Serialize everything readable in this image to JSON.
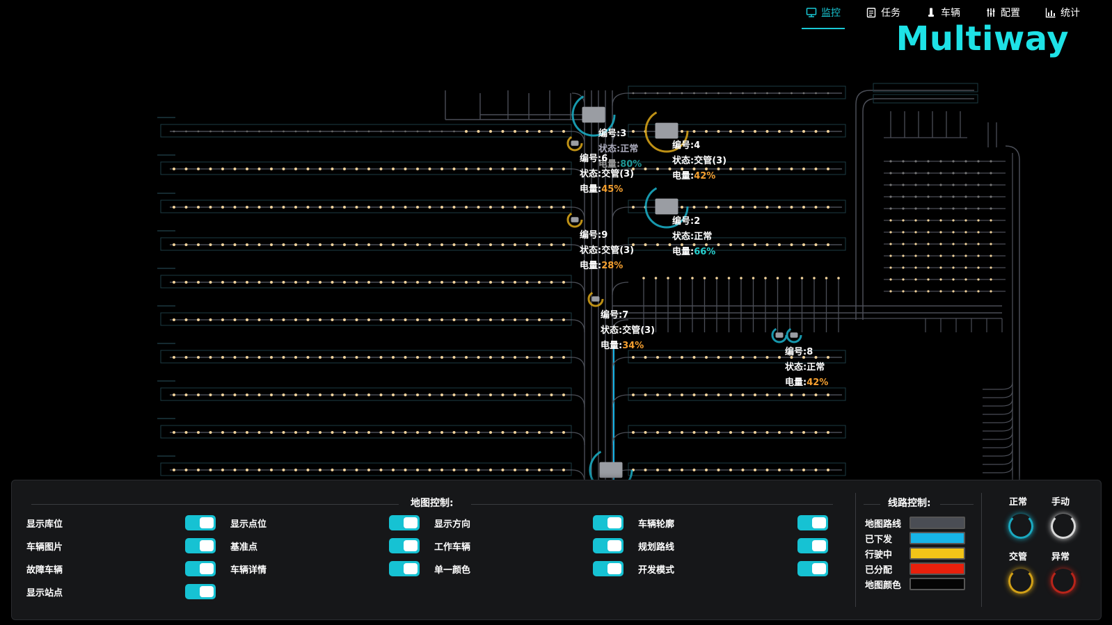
{
  "nav": {
    "items": [
      {
        "label": "监控",
        "icon": "monitor-icon",
        "active": true
      },
      {
        "label": "任务",
        "icon": "clipboard-icon",
        "active": false
      },
      {
        "label": "车辆",
        "icon": "vehicle-icon",
        "active": false
      },
      {
        "label": "配置",
        "icon": "sliders-icon",
        "active": false
      },
      {
        "label": "统计",
        "icon": "chart-icon",
        "active": false
      }
    ]
  },
  "brand": {
    "logo": "Multiway",
    "color": "#1ee2e6"
  },
  "vehicles": [
    {
      "id_text": "编号:3",
      "status_text": "状态:正常",
      "battery_label": "电量:",
      "battery": "80%"
    },
    {
      "id_text": "编号:6",
      "status_text": "状态:交管(3)",
      "battery_label": "电量:",
      "battery": "45%"
    },
    {
      "id_text": "编号:4",
      "status_text": "状态:交管(3)",
      "battery_label": "电量:",
      "battery": "42%"
    },
    {
      "id_text": "编号:2",
      "status_text": "状态:正常",
      "battery_label": "电量:",
      "battery": "66%"
    },
    {
      "id_text": "编号:9",
      "status_text": "状态:交管(3)",
      "battery_label": "电量:",
      "battery": "28%"
    },
    {
      "id_text": "编号:7",
      "status_text": "状态:交管(3)",
      "battery_label": "电量:",
      "battery": "34%"
    },
    {
      "id_text": "编号:8",
      "status_text": "状态:正常",
      "battery_label": "电量:",
      "battery": "42%"
    }
  ],
  "panel": {
    "map_control_title": "地图控制:",
    "line_control_title": "线路控制:",
    "toggles": [
      {
        "label": "显示库位",
        "on": true
      },
      {
        "label": "显示点位",
        "on": true
      },
      {
        "label": "显示方向",
        "on": true
      },
      {
        "label": "车辆轮廓",
        "on": true
      },
      {
        "label": "车辆图片",
        "on": true
      },
      {
        "label": "基准点",
        "on": true
      },
      {
        "label": "工作车辆",
        "on": true
      },
      {
        "label": "规划路线",
        "on": true
      },
      {
        "label": "故障车辆",
        "on": true
      },
      {
        "label": "车辆详情",
        "on": true
      },
      {
        "label": "单一颜色",
        "on": true
      },
      {
        "label": "开发模式",
        "on": true
      },
      {
        "label": "显示站点",
        "on": true
      }
    ],
    "lines": [
      {
        "label": "地图路线",
        "color": "#4a4d54"
      },
      {
        "label": "已下发",
        "color": "#17b5e8"
      },
      {
        "label": "行驶中",
        "color": "#f2c418"
      },
      {
        "label": "已分配",
        "color": "#e8200c"
      },
      {
        "label": "地图颜色",
        "color": "#050505"
      }
    ],
    "statuses": [
      {
        "label": "正常",
        "color": "#1aa9c0"
      },
      {
        "label": "手动",
        "color": "#d8d8d8"
      },
      {
        "label": "交管",
        "color": "#d1a017"
      },
      {
        "label": "异常",
        "color": "#b8241a"
      }
    ]
  }
}
